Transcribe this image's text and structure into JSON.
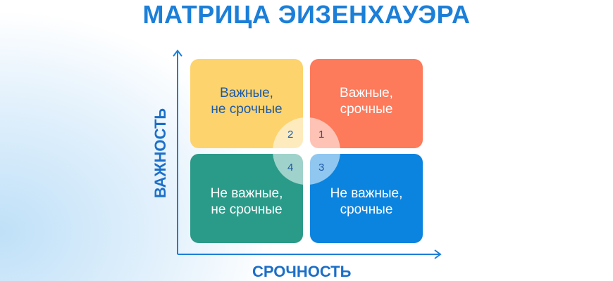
{
  "title": "МАТРИЦА ЭИЗЕНХАУЭРА",
  "axes": {
    "y_label": "ВАЖНОСТЬ",
    "x_label": "СРОЧНОСТЬ"
  },
  "quadrants": [
    {
      "number": "1",
      "label": "Важные, срочные",
      "color": "#fd7a5b"
    },
    {
      "number": "2",
      "label": "Важные, не срочные",
      "color": "#fdd36d"
    },
    {
      "number": "3",
      "label": "Не важные, срочные",
      "color": "#0b84df"
    },
    {
      "number": "4",
      "label": "Не важные, не срочные",
      "color": "#2a9b89"
    }
  ]
}
